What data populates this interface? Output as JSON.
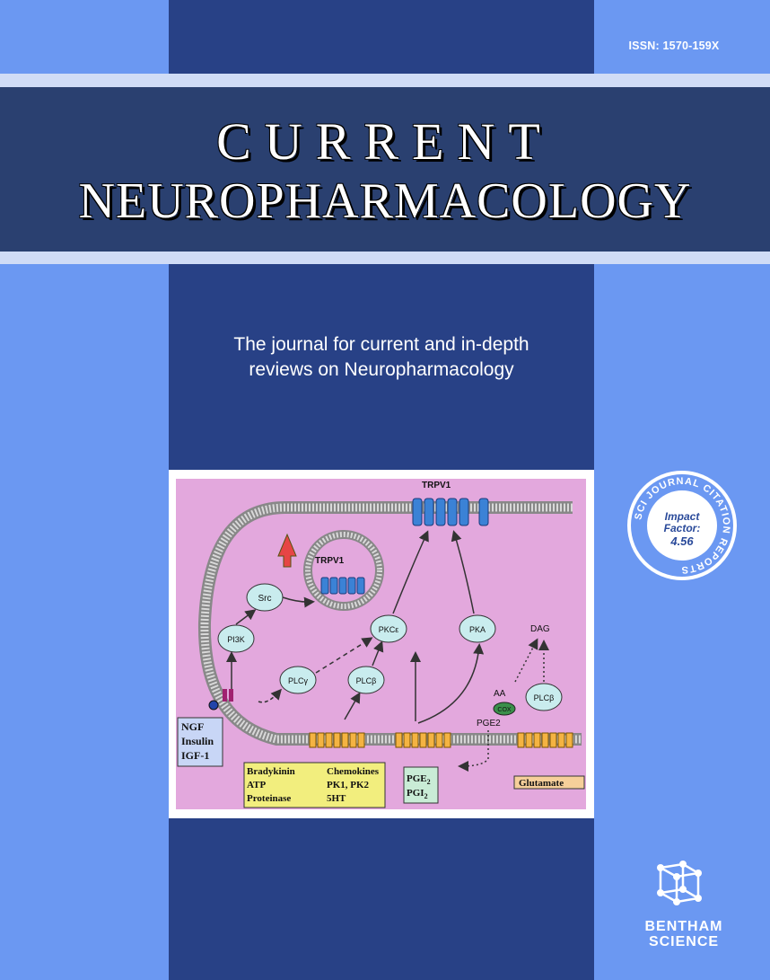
{
  "issn": "ISSN: 1570-159X",
  "title": {
    "line1": "CURRENT",
    "line2": "NEUROPHARMACOLOGY"
  },
  "tagline": {
    "line1": "The journal for current and in-depth",
    "line2": "reviews on Neuropharmacology"
  },
  "figure": {
    "trpv1_top": "TRPV1",
    "trpv1_vesicle": "TRPV1",
    "src": "Src",
    "pi3k": "PI3K",
    "plcg": "PLCγ",
    "plcb1": "PLCβ",
    "pkce": "PKCε",
    "pka": "PKA",
    "dag": "DAG",
    "aa": "AA",
    "cox": "COX",
    "pge2": "PGE2",
    "plcb2": "PLCβ",
    "ngf_box": [
      "NGF",
      "Insulin",
      "IGF-1"
    ],
    "ligand_box": {
      "left": [
        "Bradykinin",
        "ATP",
        "Proteinase"
      ],
      "right": [
        "Chemokines",
        "PK1, PK2",
        "5HT"
      ]
    },
    "pg_box": [
      "PGE",
      "PGI"
    ],
    "pg_sub": "2",
    "glutamate": "Glutamate"
  },
  "badge": {
    "ring": "SCI JOURNAL CITATION REPORTS",
    "line1": "Impact",
    "line2": "Factor:",
    "value": "4.56"
  },
  "publisher": {
    "line1": "BENTHAM",
    "line2": "SCIENCE"
  },
  "colors": {
    "stripe": "#284186",
    "background": "#6b98f2",
    "title_band": "#2a4070",
    "figure_bg": "#e3a8dd"
  }
}
